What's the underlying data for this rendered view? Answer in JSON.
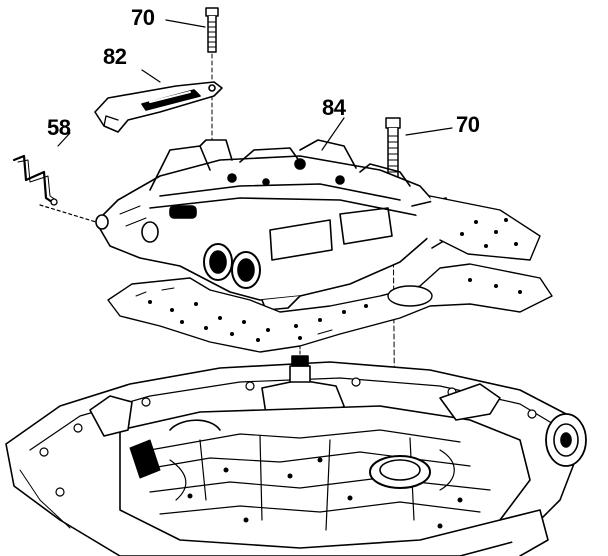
{
  "diagram": {
    "callouts": [
      {
        "id": "bolt-top",
        "label": "70"
      },
      {
        "id": "bracket",
        "label": "82"
      },
      {
        "id": "link",
        "label": "58"
      },
      {
        "id": "valve-body",
        "label": "84"
      },
      {
        "id": "bolt-right",
        "label": "70"
      }
    ],
    "colors": {
      "ink": "#000000",
      "paper": "#ffffff"
    }
  }
}
